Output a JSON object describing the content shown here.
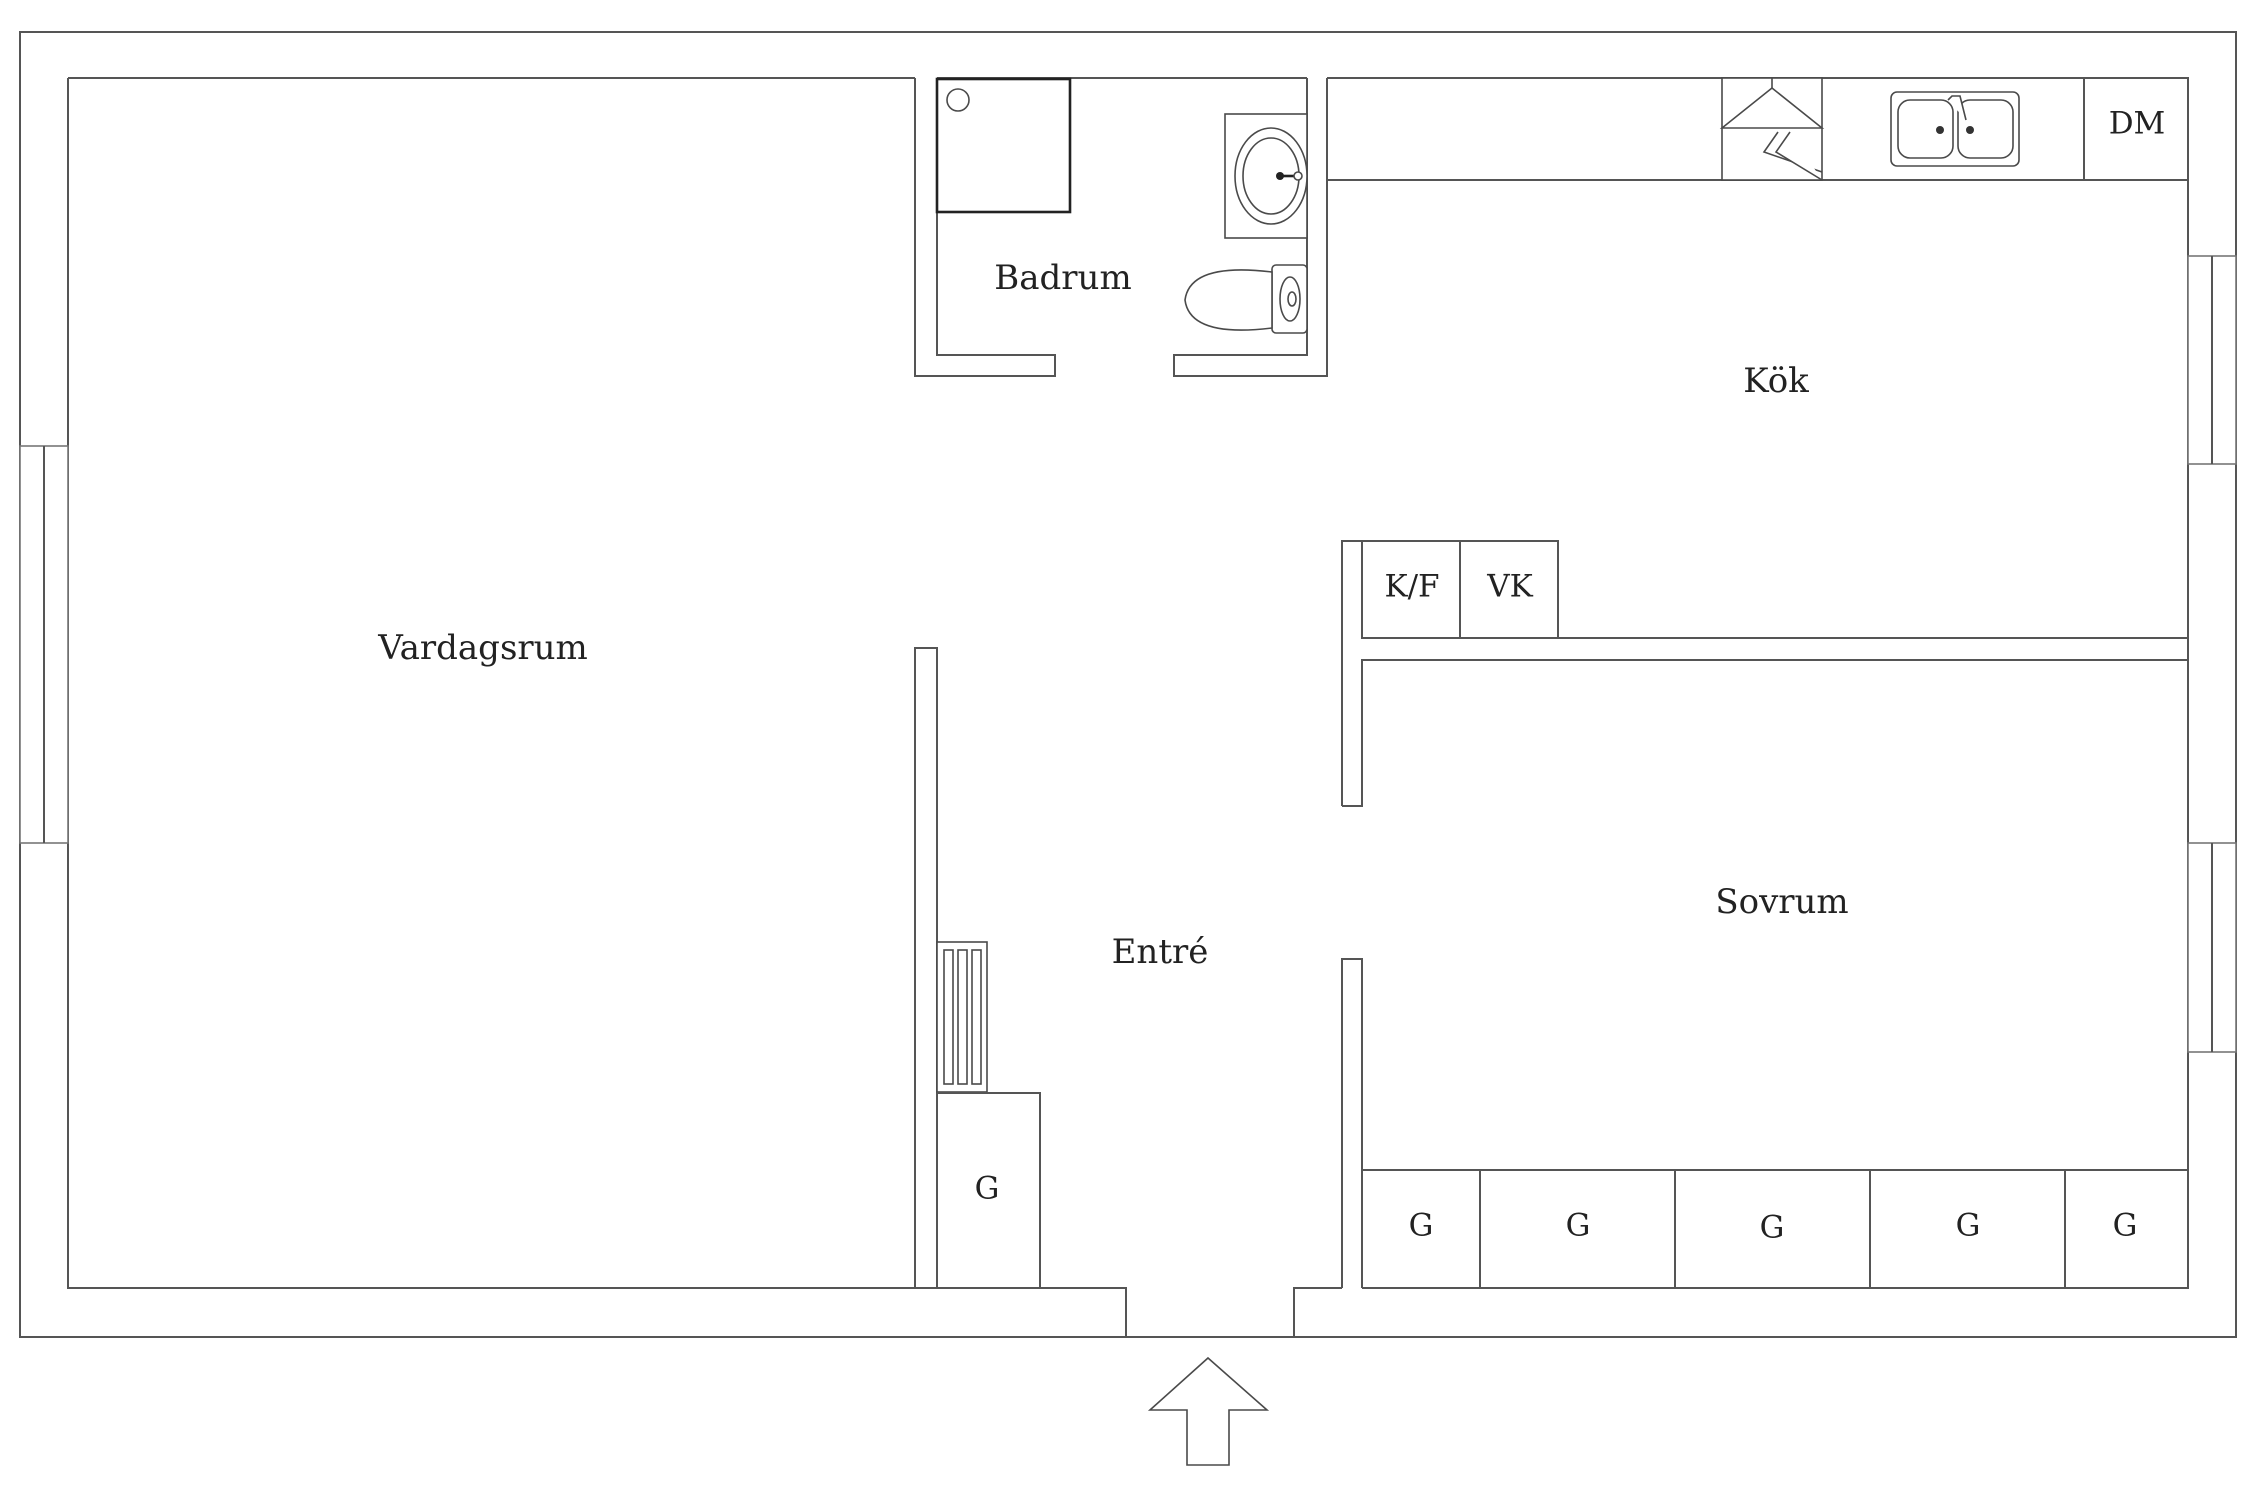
{
  "rooms": {
    "living": "Vardagsrum",
    "bath": "Badrum",
    "kitchen": "Kök",
    "entry": "Entré",
    "bedroom": "Sovrum"
  },
  "appliances": {
    "dishwasher": "DM",
    "fridge_freezer": "K/F",
    "water_heater": "VK"
  },
  "closets": {
    "entry": "G",
    "bedroom": [
      "G",
      "G",
      "G",
      "G",
      "G"
    ]
  },
  "colors": {
    "wall": "#555555",
    "background": "#ffffff",
    "text": "#222222"
  },
  "icons": [
    "entrance-arrow-icon",
    "shower-icon",
    "washbasin-icon",
    "toilet-icon",
    "stove-hood-icon",
    "double-sink-icon",
    "radiator-icon"
  ]
}
